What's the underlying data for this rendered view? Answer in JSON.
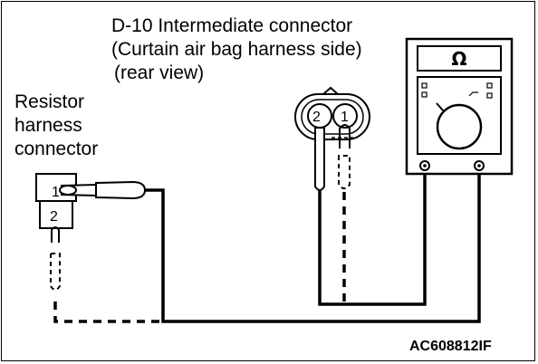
{
  "diagram": {
    "connector_label": {
      "line1": "D-10 Intermediate connector",
      "line2": "(Curtain air bag harness side)",
      "line3": "(rear view)"
    },
    "resistor_label": {
      "line1": "Resistor",
      "line2": "harness",
      "line3": "connector"
    },
    "resistor_pins": {
      "pin1": "1",
      "pin2": "2"
    },
    "intermediate_pins": {
      "pin2": "2",
      "pin1": "1"
    },
    "ohmmeter_symbol": "Ω",
    "figure_code": "AC608812IF"
  }
}
